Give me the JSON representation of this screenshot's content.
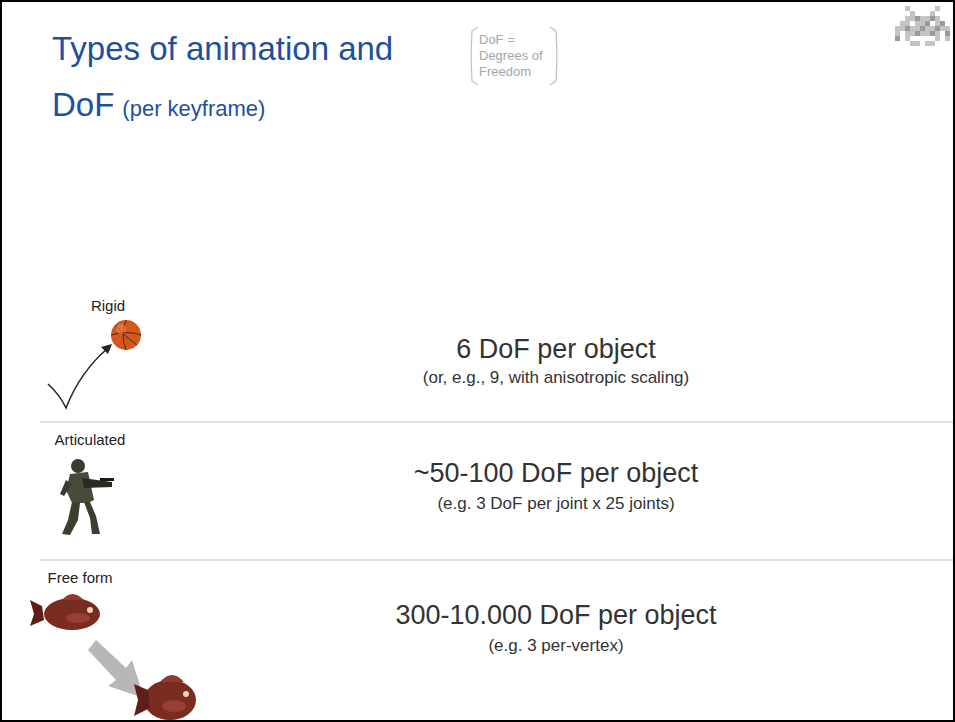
{
  "diagram": {
    "title": "Types of animation and DoF",
    "nodes": [
      {
        "text": [
          "DoF = Degrees of Freedom"
        ]
      }
    ],
    "labels": [
      "(per keyframe)",
      "Rigid",
      "6 DoF per object",
      "(or, e.g., 9, with anisotropic scaling)",
      "Articulated",
      "~50-100 DoF per object",
      "(e.g. 3 DoF per joint x 25 joints)",
      "Free form",
      "300-10.000 DoF per object",
      "(e.g. 3 per-vertex)"
    ]
  }
}
